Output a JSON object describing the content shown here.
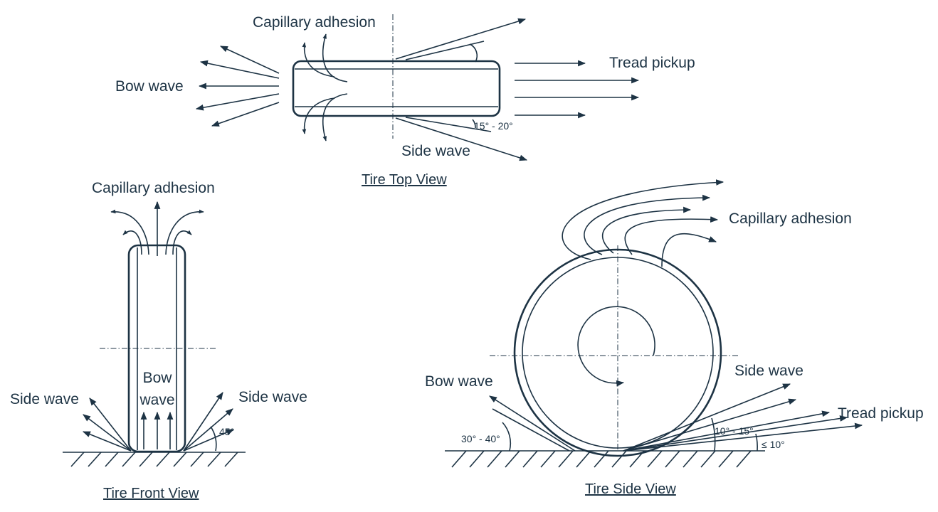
{
  "top_view": {
    "title": "Tire Top View",
    "labels": {
      "capillary_adhesion": "Capillary adhesion",
      "bow_wave": "Bow wave",
      "tread_pickup": "Tread pickup",
      "side_wave": "Side wave",
      "angle": "15° - 20°"
    }
  },
  "front_view": {
    "title": "Tire Front View",
    "labels": {
      "capillary_adhesion": "Capillary adhesion",
      "side_wave_left": "Side wave",
      "side_wave_right": "Side wave",
      "bow_wave_line1": "Bow",
      "bow_wave_line2": "wave",
      "angle": "45°"
    }
  },
  "side_view": {
    "title": "Tire Side View",
    "labels": {
      "capillary_adhesion": "Capillary adhesion",
      "bow_wave": "Bow wave",
      "side_wave": "Side wave",
      "tread_pickup": "Tread pickup",
      "angle_bow": "30° - 40°",
      "angle_side": "10° - 15°",
      "angle_tread": "≤ 10°"
    }
  },
  "colors": {
    "ink": "#1d3344",
    "background": "#ffffff"
  }
}
